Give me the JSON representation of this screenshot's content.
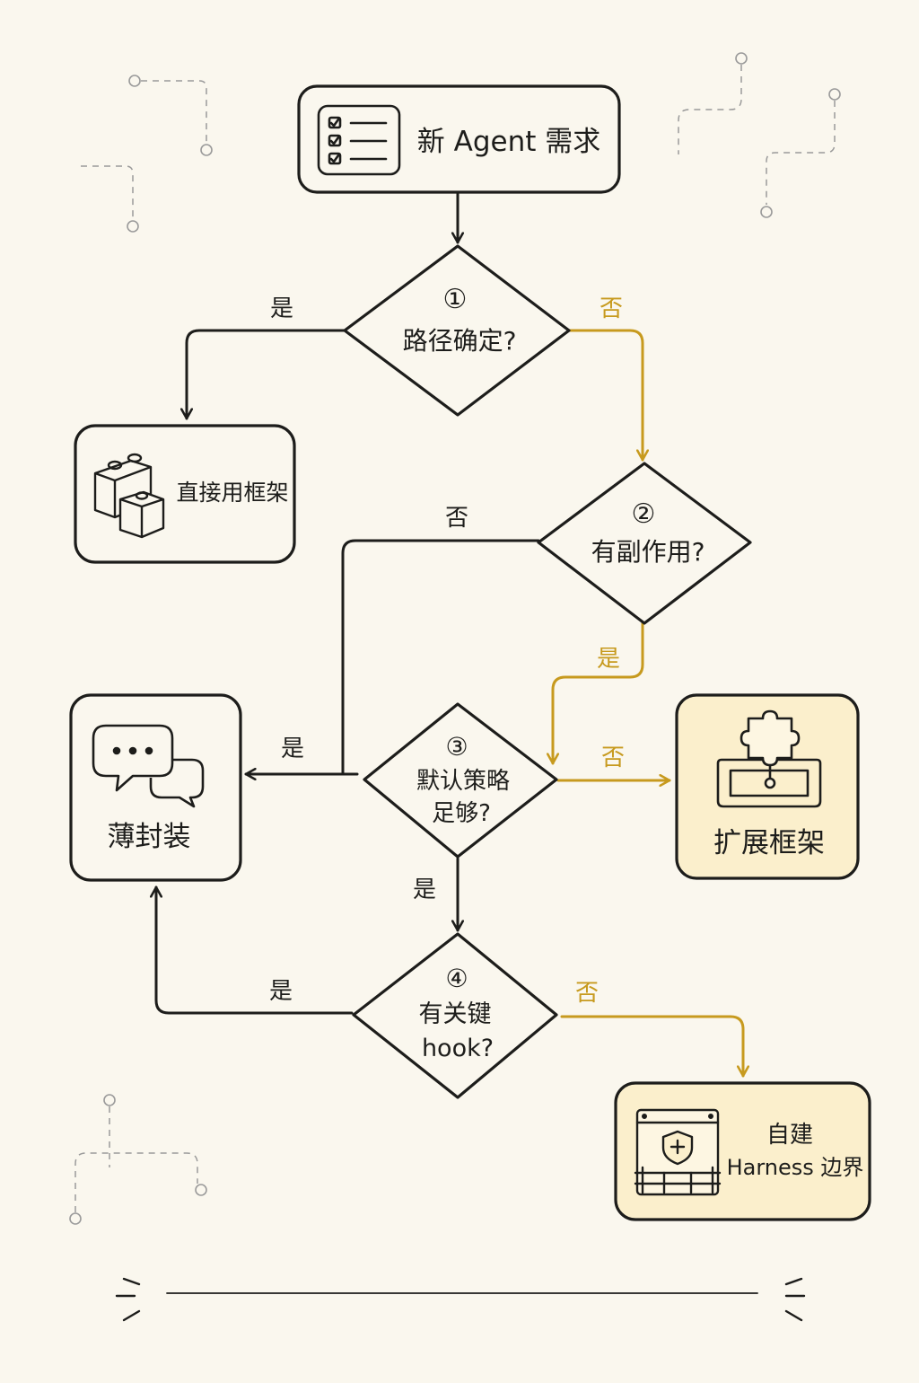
{
  "diagram": {
    "start": {
      "label": "新 Agent 需求",
      "icon": "checklist-icon"
    },
    "decisions": [
      {
        "number": "①",
        "line1": "路径确定?",
        "line2": ""
      },
      {
        "number": "②",
        "line1": "有副作用?",
        "line2": ""
      },
      {
        "number": "③",
        "line1": "默认策略",
        "line2": "足够?"
      },
      {
        "number": "④",
        "line1": "有关键",
        "line2": "hook?"
      }
    ],
    "outcomes": {
      "direct_framework": {
        "label": "直接用框架",
        "icon": "building-blocks-icon"
      },
      "thin_wrapper": {
        "label": "薄封装",
        "icon": "chat-bubbles-icon"
      },
      "extend_framework": {
        "label": "扩展框架",
        "icon": "puzzle-piece-icon"
      },
      "custom_harness": {
        "line1": "自建",
        "line2": "Harness 边界",
        "icon": "shield-gate-icon"
      }
    },
    "edge_labels": {
      "d1_yes": "是",
      "d1_no": "否",
      "d2_no": "否",
      "d2_yes": "是",
      "d3_yes_left": "是",
      "d3_no": "否",
      "d3_yes_down": "是",
      "d4_yes": "是",
      "d4_no": "否"
    },
    "colors": {
      "ink": "#1d1d1b",
      "accent": "#c79a1e",
      "highlight_fill": "#fbefcc",
      "background": "#faf7ee",
      "decoration": "#9a9a9a"
    }
  }
}
